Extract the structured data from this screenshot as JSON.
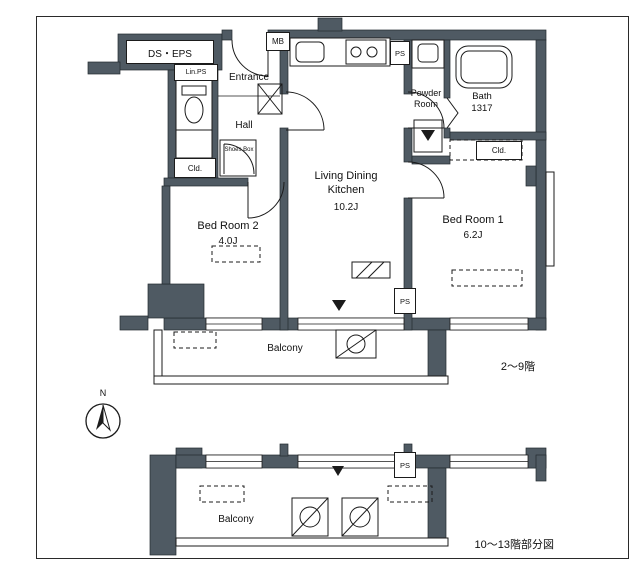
{
  "main": {
    "ds_eps": "DS・EPS",
    "lin_ps": "Lin.PS",
    "mb": "MB",
    "ps_top": "PS",
    "ps_mid": "PS",
    "entrance": "Entrance",
    "hall": "Hall",
    "shoes_box": "Shoes Box",
    "powder_line1": "Powder",
    "powder_line2": "Room",
    "bath_line1": "Bath",
    "bath_line2": "1317",
    "cld_left": "Cld.",
    "cld_right": "Cld.",
    "bedroom2": {
      "name": "Bed Room 2",
      "size": "4.0J"
    },
    "ldk": {
      "line1": "Living Dining",
      "line2": "Kitchen",
      "size": "10.2J"
    },
    "bedroom1": {
      "name": "Bed Room 1",
      "size": "6.2J"
    },
    "balcony": "Balcony",
    "floor_range": "2〜9階"
  },
  "compass": {
    "north": "N"
  },
  "partial": {
    "balcony": "Balcony",
    "ps": "PS",
    "caption": "10〜13階部分図"
  }
}
